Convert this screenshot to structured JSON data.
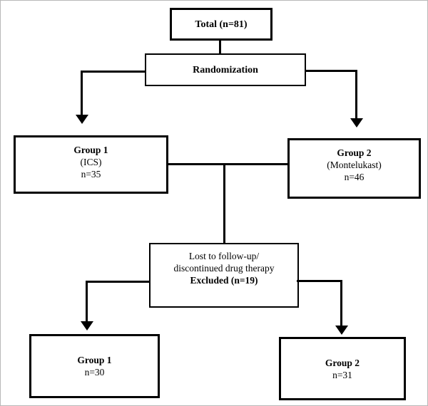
{
  "flowchart": {
    "title_hint": "Randomization flow diagram",
    "total": {
      "label": "Total (n=81)"
    },
    "randomization": {
      "label": "Randomization"
    },
    "group1_initial": {
      "name": "Group 1",
      "treatment": "(ICS)",
      "n": "n=35"
    },
    "group2_initial": {
      "name": "Group 2",
      "treatment": "(Montelukast)",
      "n": "n=46"
    },
    "excluded": {
      "line1": "Lost to follow-up/",
      "line2": "discontinued drug therapy",
      "line3": "Excluded (n=19)"
    },
    "group1_final": {
      "name": "Group 1",
      "n": "n=30"
    },
    "group2_final": {
      "name": "Group 2",
      "n": "n=31"
    }
  },
  "colors": {
    "line": "#000000",
    "background": "#ffffff",
    "box_background": "#ffffff"
  }
}
